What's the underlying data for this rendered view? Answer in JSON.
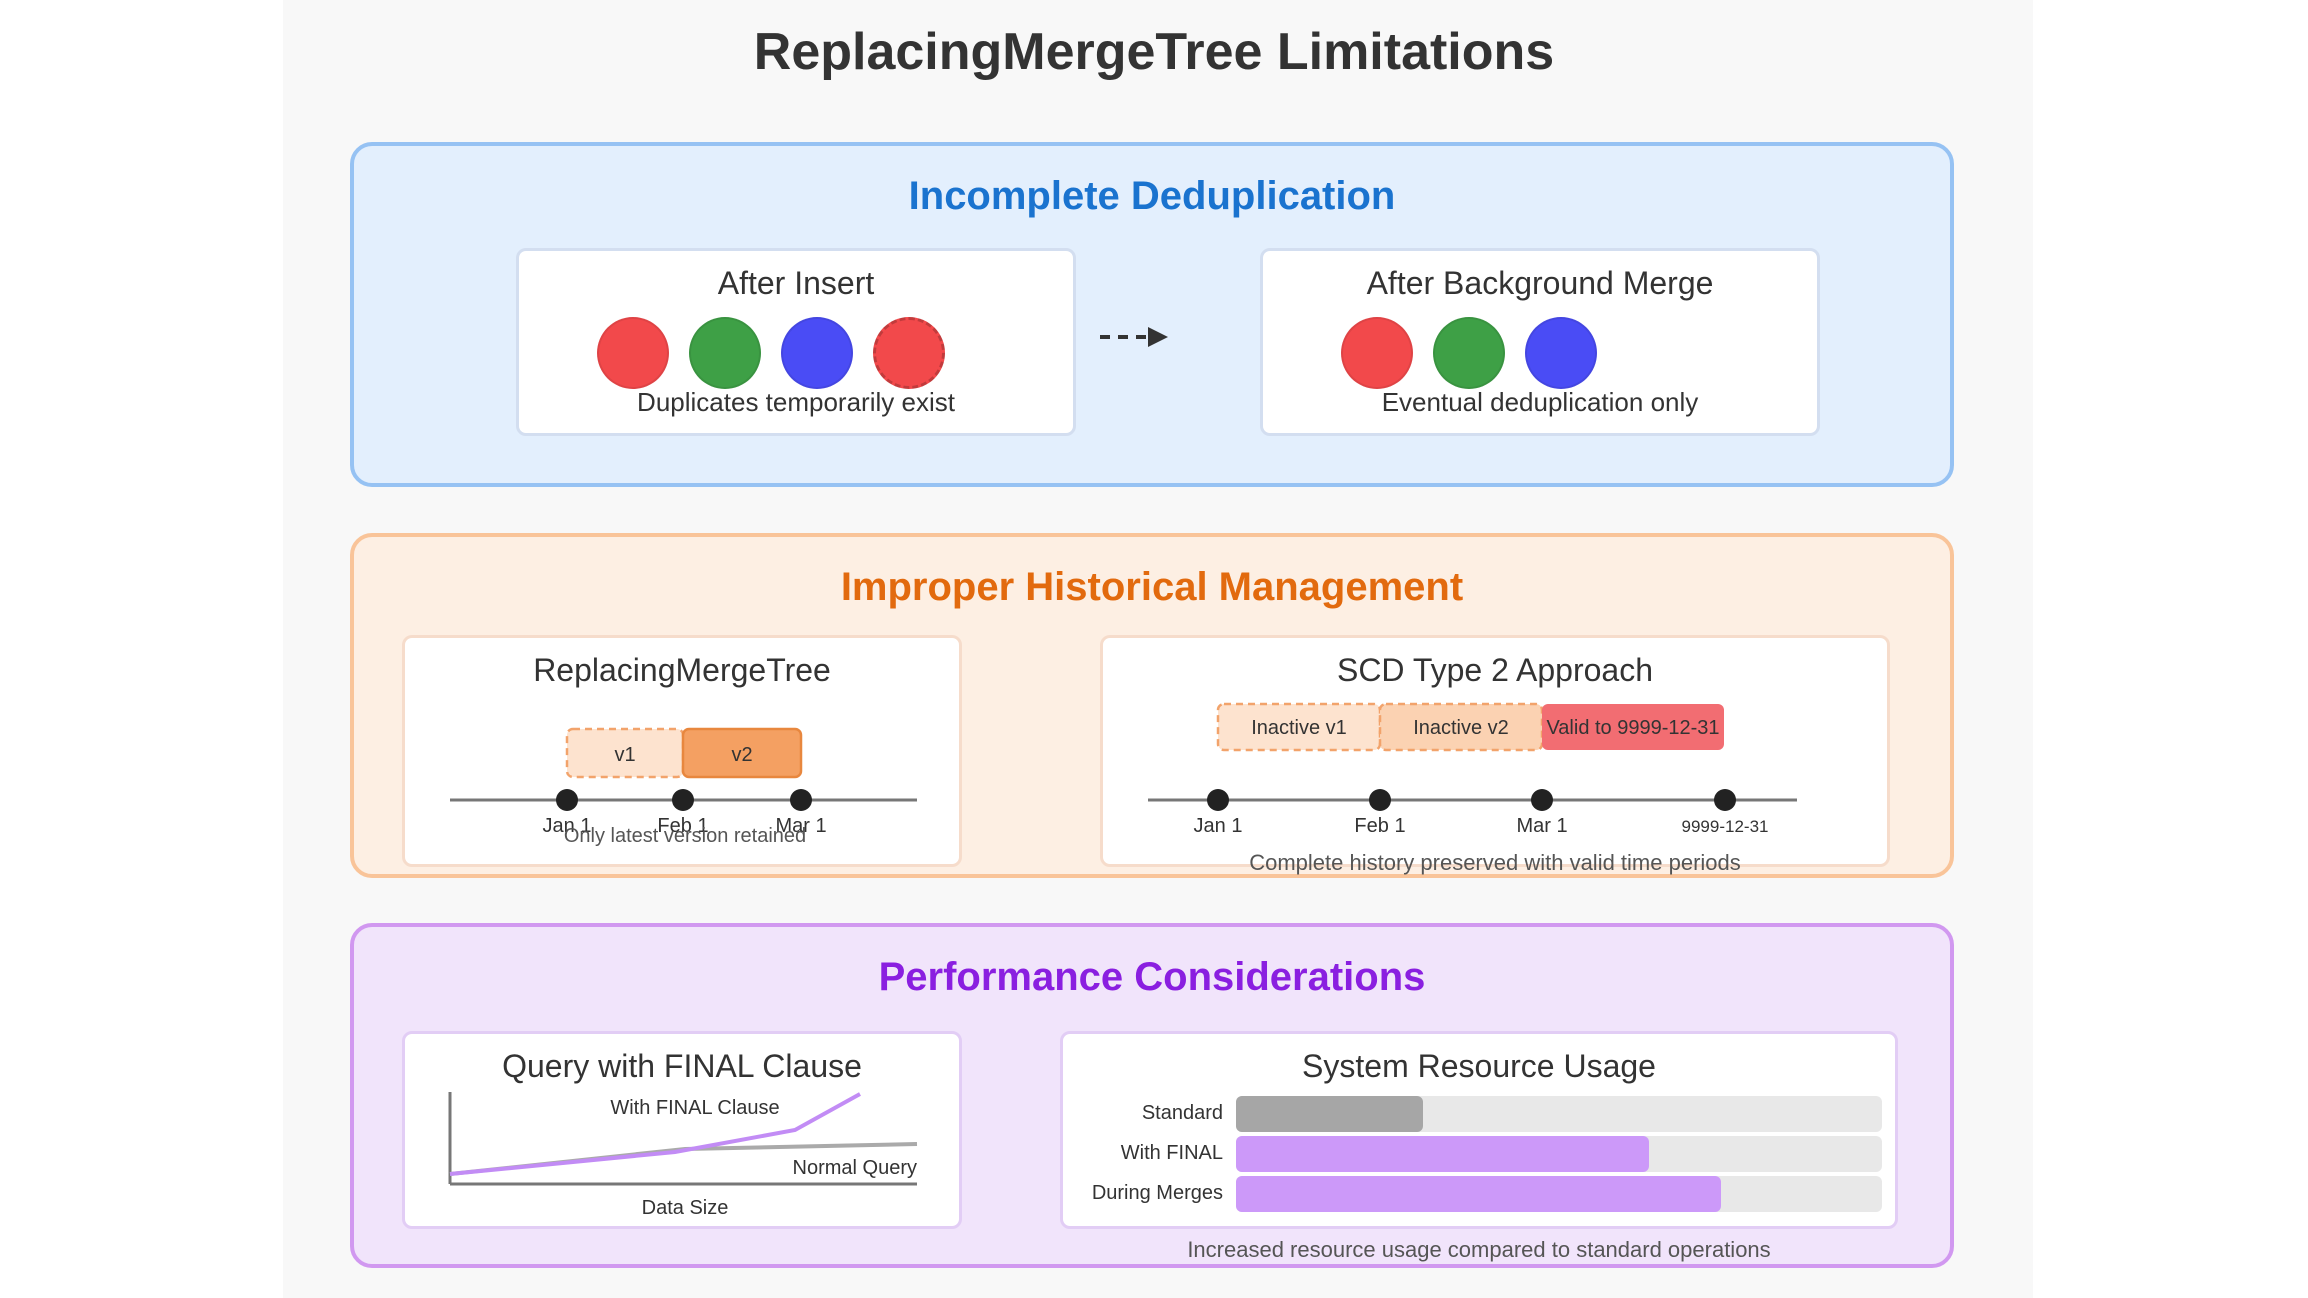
{
  "title": "ReplacingMergeTree Limitations",
  "dedup": {
    "title": "Incomplete Deduplication",
    "after_insert": {
      "title": "After Insert",
      "caption": "Duplicates temporarily exist",
      "dots": [
        {
          "color": "#f2494b",
          "style": "solid"
        },
        {
          "color": "#3ea046",
          "style": "solid"
        },
        {
          "color": "#4a4cf5",
          "style": "solid"
        },
        {
          "color": "#f2494b",
          "style": "dashed"
        }
      ]
    },
    "after_merge": {
      "title": "After Background Merge",
      "caption": "Eventual deduplication only",
      "dots": [
        {
          "color": "#f2494b",
          "style": "solid"
        },
        {
          "color": "#3ea046",
          "style": "solid"
        },
        {
          "color": "#4a4cf5",
          "style": "solid"
        }
      ]
    }
  },
  "history": {
    "title": "Improper Historical Management",
    "rmt": {
      "title": "ReplacingMergeTree",
      "v1": "v1",
      "v2": "v2",
      "dates": [
        "Jan 1",
        "Feb 1",
        "Mar 1"
      ],
      "caption": "Only latest version retained"
    },
    "scd": {
      "title": "SCD Type 2 Approach",
      "inactive_v1": "Inactive v1",
      "inactive_v2": "Inactive v2",
      "valid": "Valid to 9999-12-31",
      "dates": [
        "Jan 1",
        "Feb 1",
        "Mar 1",
        "9999-12-31"
      ],
      "caption": "Complete history preserved with valid time periods"
    }
  },
  "perf": {
    "title": "Performance Considerations",
    "query": {
      "title": "Query with FINAL Clause",
      "with_final": "With FINAL Clause",
      "normal": "Normal Query",
      "xlabel": "Data Size"
    },
    "resource": {
      "title": "System Resource Usage",
      "rows": [
        {
          "label": "Standard",
          "fraction": 0.29,
          "color": "#a6a6a6"
        },
        {
          "label": "With FINAL",
          "fraction": 0.64,
          "color": "#cc99f9"
        },
        {
          "label": "During Merges",
          "fraction": 0.75,
          "color": "#cc99f9"
        }
      ],
      "caption": "Increased resource usage compared to standard operations"
    }
  }
}
